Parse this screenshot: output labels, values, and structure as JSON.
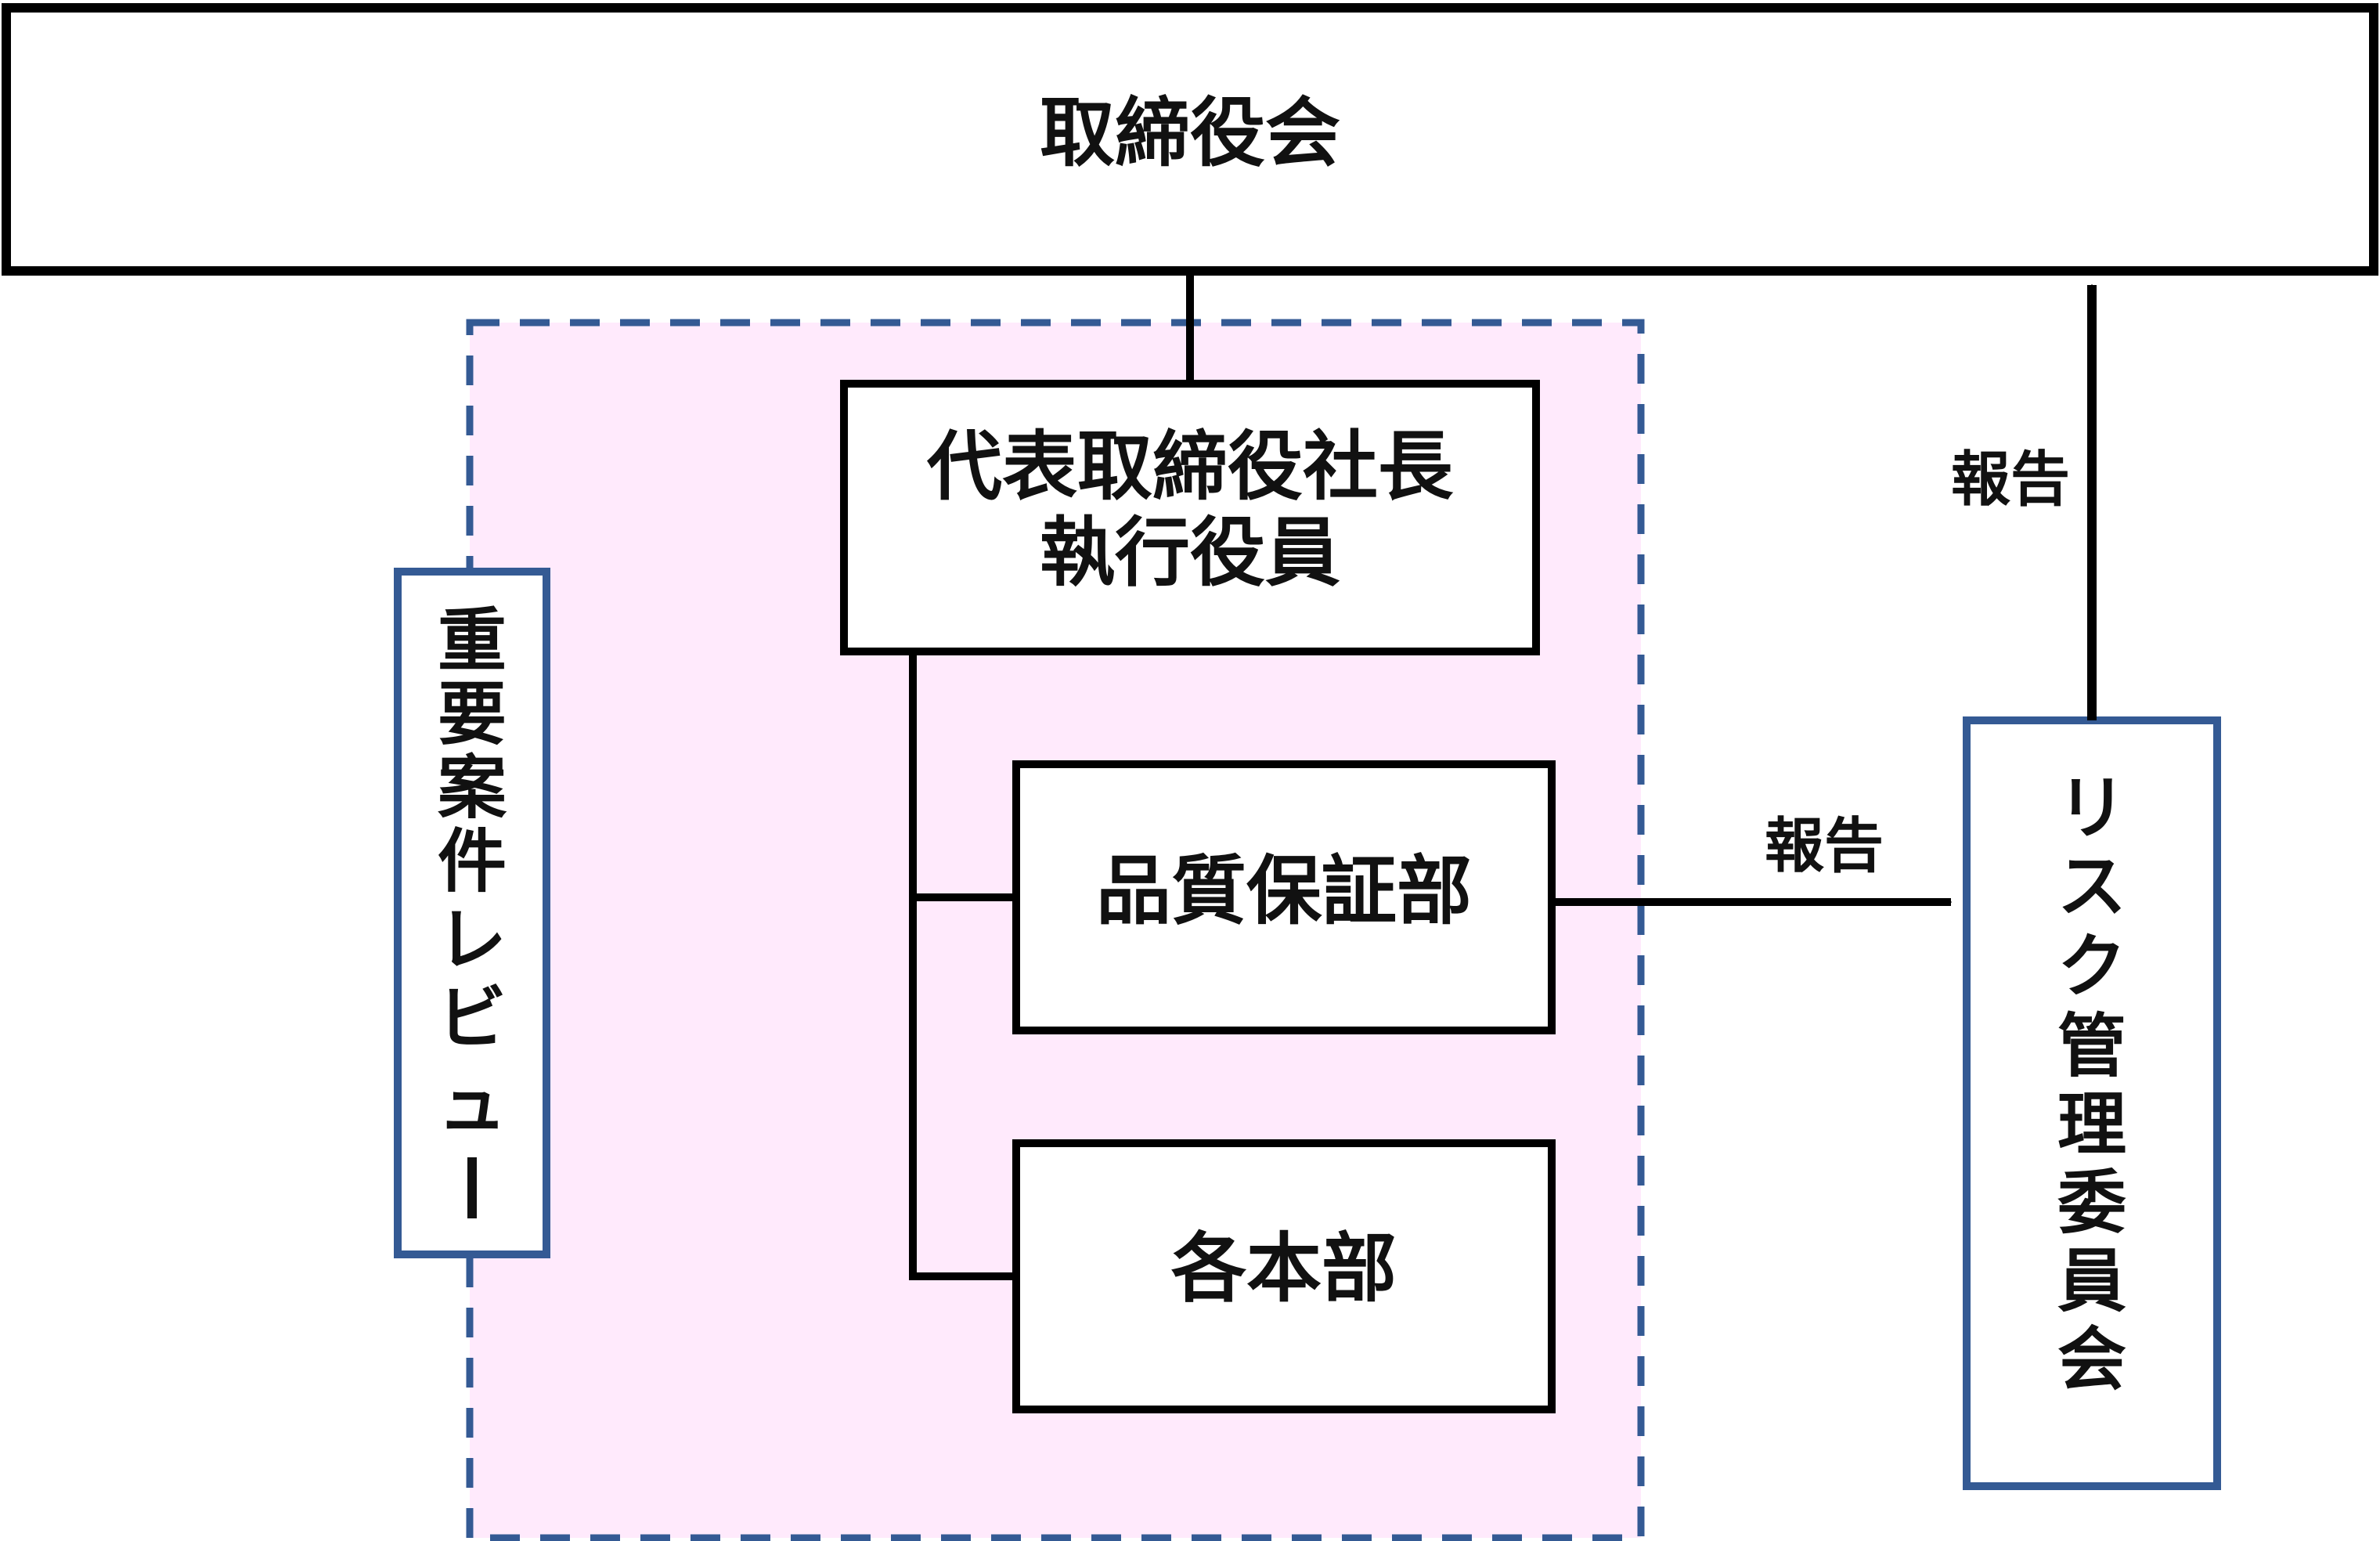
{
  "colors": {
    "line": "#000000",
    "frame_fill": "#ffeafc",
    "frame_border": "#345a94",
    "side_box_border": "#345a94",
    "background": "#ffffff"
  },
  "nodes": {
    "board": "取締役会",
    "president_line1": "代表取締役社長",
    "president_line2": "執行役員",
    "quality": "品質保証部",
    "divisions": "各本部",
    "review": [
      "重",
      "要",
      "案",
      "件",
      "レ",
      "ビ",
      "ュ",
      "ー"
    ],
    "risk": [
      "リ",
      "ス",
      "ク",
      "管",
      "理",
      "委",
      "員",
      "会"
    ]
  },
  "edges": {
    "quality_to_risk": "報告",
    "risk_to_board": "報告"
  }
}
